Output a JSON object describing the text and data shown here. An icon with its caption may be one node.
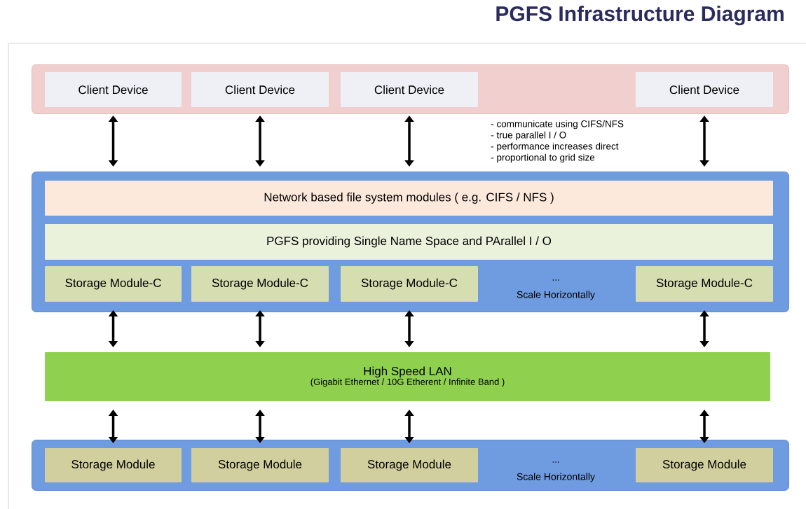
{
  "diagram": {
    "title": "PGFS Infrastructure Diagram",
    "nodes": [
      {
        "text": [],
        "shape": "box"
      },
      {
        "text": [
          "Client Device"
        ],
        "in": 0
      },
      {
        "text": [
          "Client Device"
        ],
        "in": 0
      },
      {
        "text": [
          "Client Device"
        ],
        "in": 0
      },
      {
        "text": [
          "Client Device"
        ],
        "in": 0
      },
      {
        "text": [],
        "shape": "box"
      },
      {
        "text": [
          "Network based file system modules ( e.g. CIFS / NFS )"
        ],
        "in": 5
      },
      {
        "text": [
          "PGFS providing Single Name Space and PArallel I / O"
        ],
        "in": 5
      },
      {
        "text": [
          "Storage Module-C"
        ],
        "in": 5
      },
      {
        "text": [
          "Storage Module-C"
        ],
        "in": 5
      },
      {
        "text": [
          "Storage Module-C"
        ],
        "in": 5
      },
      {
        "text": [
          "Storage Module-C"
        ],
        "in": 5
      },
      {
        "text": [
          "High Speed LAN",
          "(Gigabit Ethernet / 10G Etherent / Infinite Band )"
        ]
      },
      {
        "text": [],
        "shape": "box"
      },
      {
        "text": [
          "Storage Module"
        ],
        "in": 13
      },
      {
        "text": [
          "Storage Module"
        ],
        "in": 13
      },
      {
        "text": [
          "Storage Module"
        ],
        "in": 13
      },
      {
        "text": [
          "Storage Module"
        ],
        "in": 13
      }
    ],
    "edges": [
      {
        "from": 1,
        "to": 5,
        "arrow": "both"
      },
      {
        "from": 2,
        "to": 5,
        "arrow": "both"
      },
      {
        "from": 3,
        "to": 5,
        "arrow": "both"
      },
      {
        "from": 4,
        "to": 5,
        "arrow": "both"
      },
      {
        "from": 8,
        "to": 12,
        "arrow": "both"
      },
      {
        "from": 9,
        "to": 12,
        "arrow": "both"
      },
      {
        "from": 10,
        "to": 12,
        "arrow": "both"
      },
      {
        "from": 11,
        "to": 12,
        "arrow": "both"
      },
      {
        "from": 12,
        "to": 14,
        "arrow": "both"
      },
      {
        "from": 12,
        "to": 15,
        "arrow": "both"
      },
      {
        "from": 12,
        "to": 16,
        "arrow": "both"
      },
      {
        "from": 12,
        "to": 17,
        "arrow": "both"
      }
    ],
    "labels": [
      "- communicate using CIFS/NFS",
      "- true parallel I / O",
      "- performance increases direct",
      "- proportional to grid size",
      "...",
      "Scale Horizontally",
      "...",
      "Scale Horizontally"
    ]
  }
}
